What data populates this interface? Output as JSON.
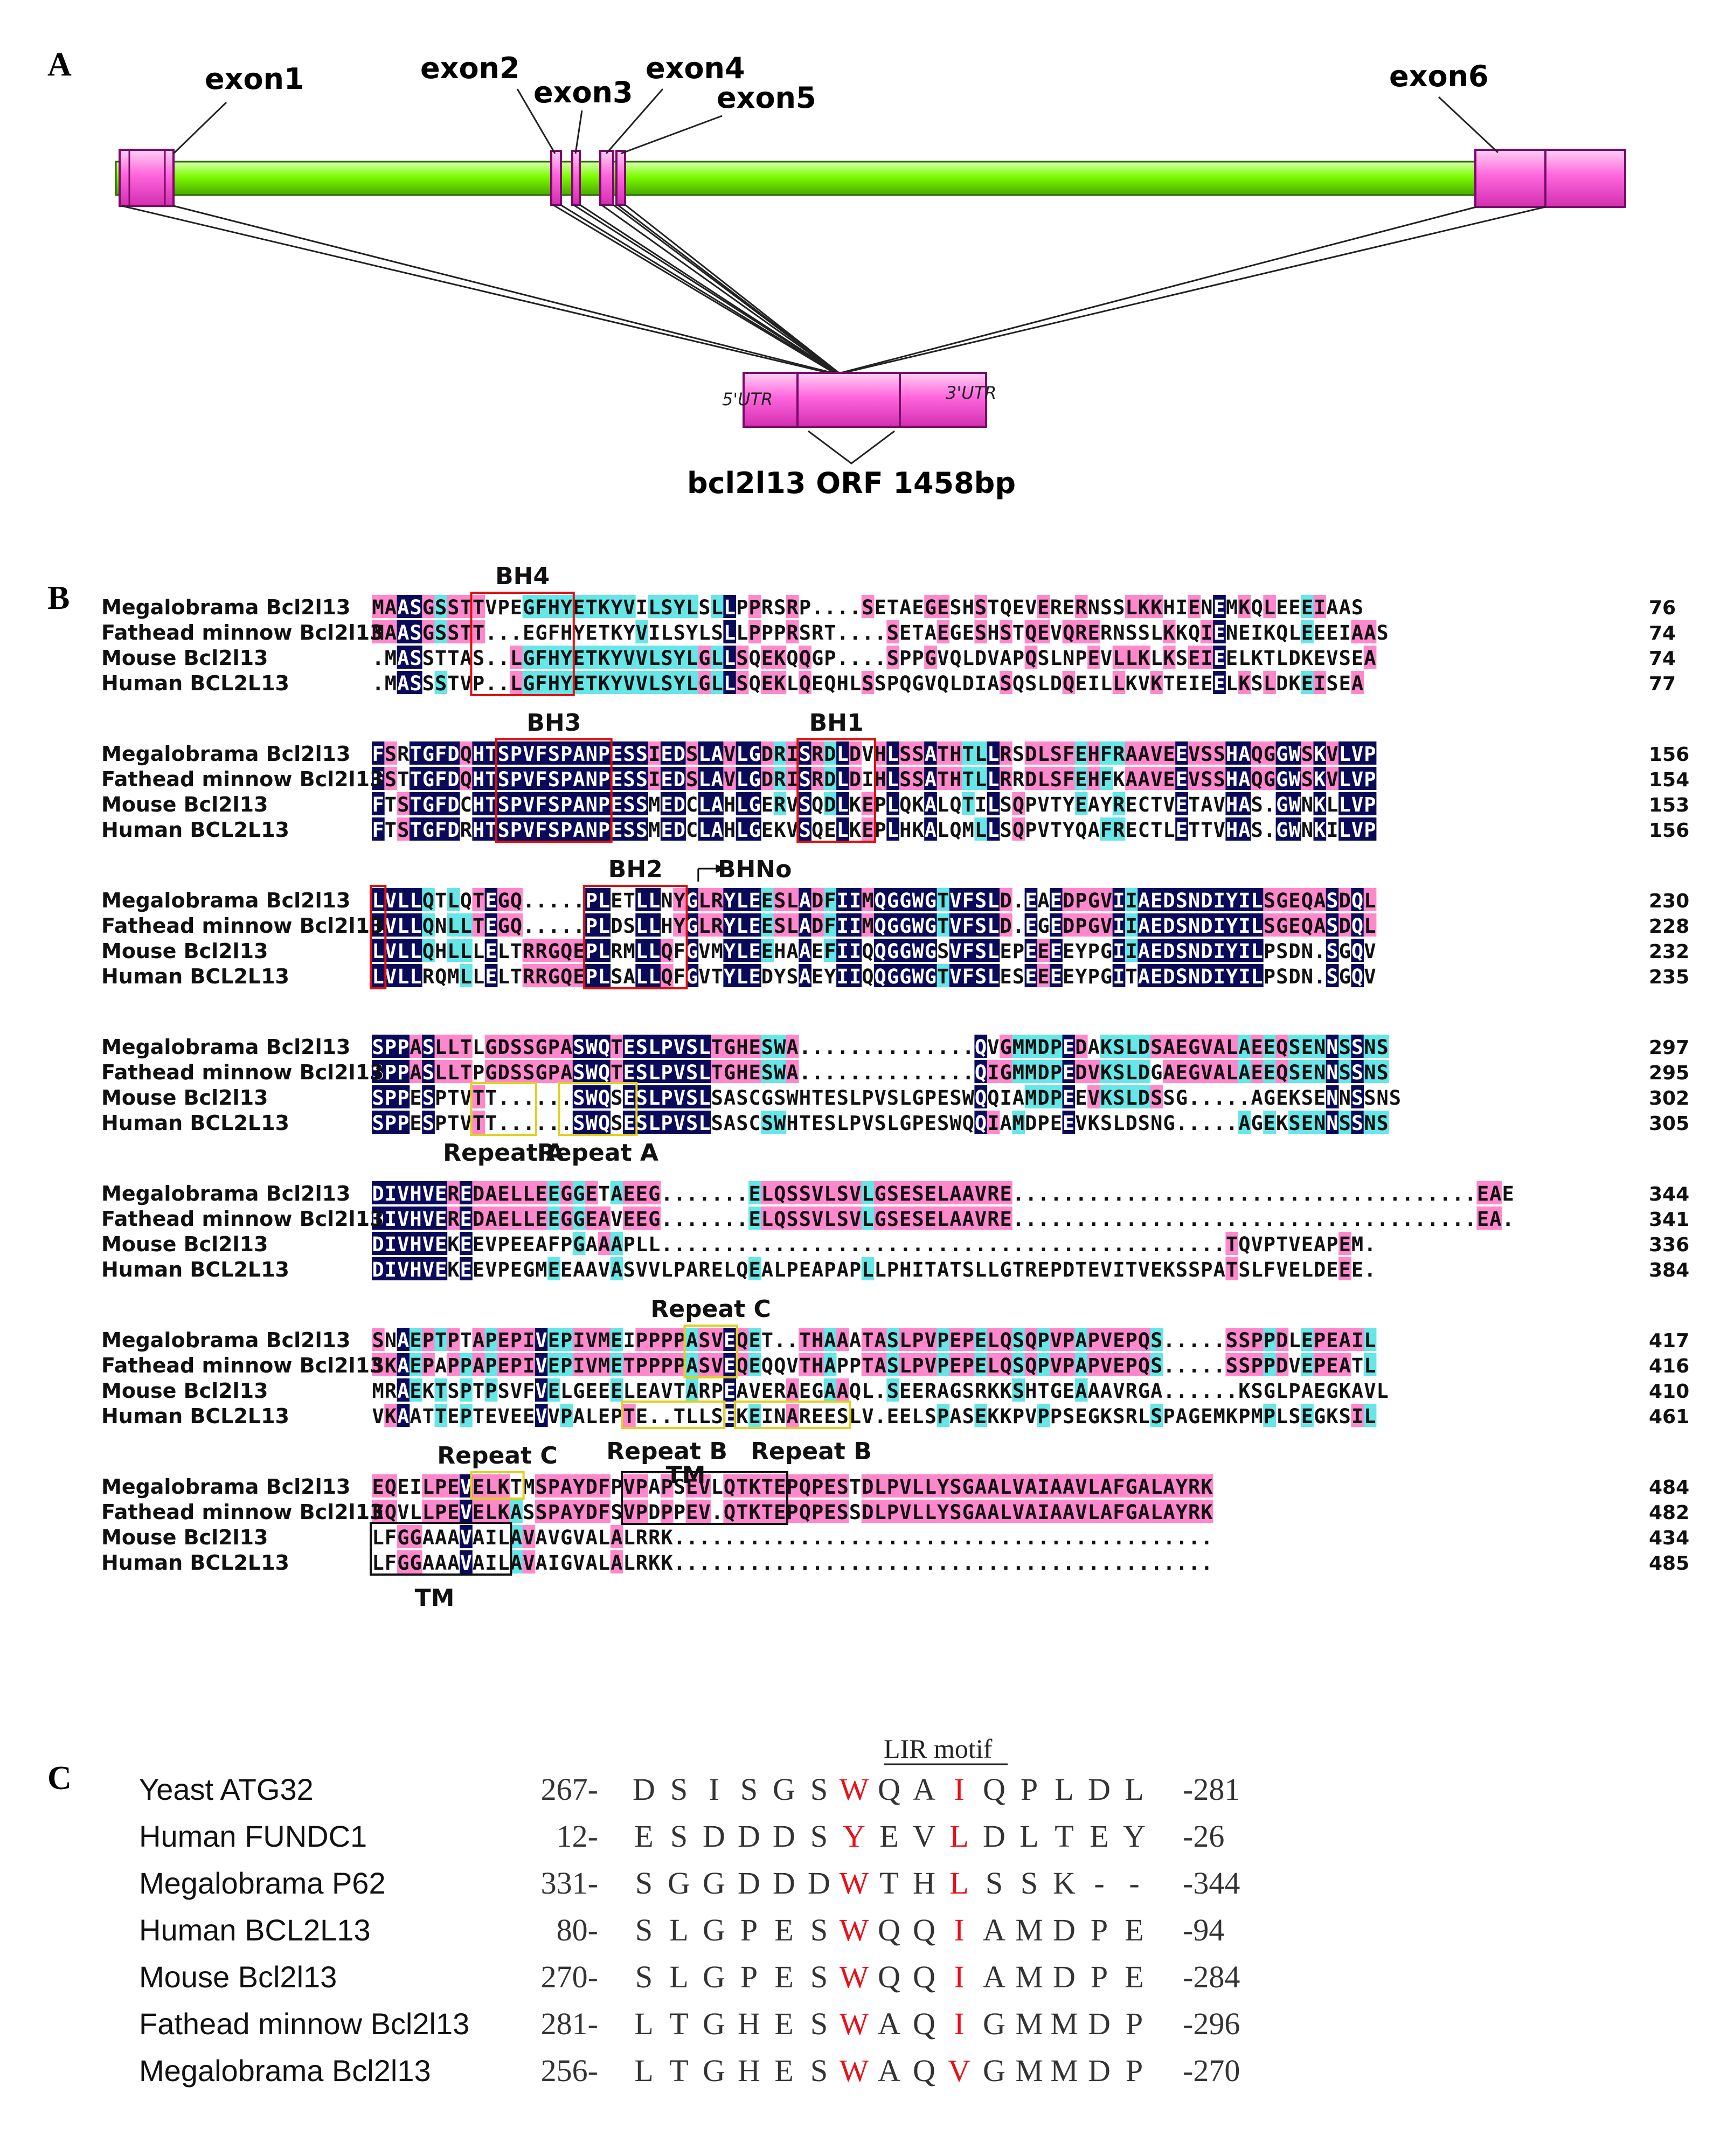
{
  "panelA": {
    "letter": "A",
    "exons": [
      "exon1",
      "exon2",
      "exon3",
      "exon4",
      "exon5",
      "exon6"
    ],
    "utr5": "5'UTR",
    "utr3": "3'UTR",
    "orf_label": "bcl2l13 ORF 1458bp",
    "colors": {
      "intron": "#7cfc00",
      "exon": "#ff66dd",
      "box_edge": "#7a0a6a"
    }
  },
  "panelB": {
    "letter": "B",
    "colors": {
      "identical": "#0a0a5a",
      "similar": "#66e6e6",
      "partial": "#ff88cc",
      "domain_box": "#e01010",
      "repeat_box": "#e0d020",
      "tm_box": "#111111"
    },
    "blocks": [
      {
        "names": [
          "Megalobrama Bcl2l13",
          "Fathead minnow Bcl2l13",
          "Mouse Bcl2l13",
          "Human BCL2L13"
        ],
        "seqs": [
          "MAASGSSTTVPEGFHYETKYVILSYLSLLPPRSRP....SETAEGESHSTQEVERERNSSLKKHIENEMKQLEEEIAAS",
          "MAASGSSTT...EGFHYETKYVILSYLSLLPPPRSRT....SETAEGESHSTQEVQRERNSSLKKQIENEIKQLEEEIAAS",
          ".MASSTTAS..LGFHYETKYVVLSYLGLLSQEKQQGP....SPPGVQLDVAPQSLNPEVLLKLKSEIEELKTLDKEVSEA",
          ".MASSSTVP..LGFHYETKYVVLSYLGLLSQEKLQEQHLSSPQGVQLDIASQSLDQEILLKVKTEIEELKSLDKEISEA"
        ],
        "ends": [
          "76",
          "74",
          "74",
          "77"
        ]
      },
      {
        "names": [
          "Megalobrama Bcl2l13",
          "Fathead minnow Bcl2l13",
          "Mouse Bcl2l13",
          "Human BCL2L13"
        ],
        "seqs": [
          "FSRTGFDQHTSPVFSPANPESSIEDSLAVLGDRISRDLDVHLSSATHTLLRSDLSFEHFRAAVEEVSSHAQGGWSKVLVP",
          "FSTTGFDQHTSPVFSPANPESSIEDSLAVLGDRISRDLDIHLSSATHTLLRRDLSFEHFKAAVEEVSSHAQGGWSKVLVP",
          "FTSTGFDCHTSPVFSPANPESSMEDCLAHLGERVSQDLKEPLQKALQTILSQPVTYEAYRECTVETAVHAS.GWNKLLVP",
          "FTSTGFDRHTSPVFSPANPESSMEDCLAHLGEKVSQELKEPLHKALQMLLSQPVTYQAFRECTLETTVHAS.GWNKILVP"
        ],
        "ends": [
          "156",
          "154",
          "153",
          "156"
        ]
      },
      {
        "names": [
          "Megalobrama Bcl2l13",
          "Fathead minnow Bcl2l13",
          "Mouse Bcl2l13",
          "Human BCL2L13"
        ],
        "seqs": [
          "LVLLQTLQTEGQ.....PLETLLNYGLRYLEESLADFIIMQGGWGTVFSLD.EAEDPGVIIAEDSNDIYILSGEQASDQL",
          "LVLLQNLLTEGQ.....PLDSLLHYGLRYLEESLADFIIMQGGWGTVFSLD.EGEDPGVIIAEDSNDIYILSGEQASDQL",
          "LVLLQHLLLELTRRGQEPLRMLLQFGVMYLEEHAAEFIIQQGGWGSVFSLEPEEEEYPGIIAEDSNDIYILPSDN.SGQV",
          "LVLLRQMLLELTRRGQEPLSALLQFGVTYLEDYSAEYIIQQGGWGTVFSLESEEEEYPGITAEDSNDIYILPSDN.SGQV"
        ],
        "ends": [
          "230",
          "228",
          "232",
          "235"
        ]
      },
      {
        "names": [
          "Megalobrama Bcl2l13",
          "Fathead minnow Bcl2l13",
          "Mouse Bcl2l13",
          "Human BCL2L13"
        ],
        "seqs": [
          "SPPASLLTLGDSSGPASWQTESLPVSLTGHESWA..............QVGMMDPEDAKSLDSAEGVALAEEQSENNSSNS",
          "SPPASLLTPGDSSGPASWQTESLPVSLTGHESWA..............QIGMMDPEDVKSLDGAEGVALAEEQSENNSSNS",
          "SPPESPTVTT......SWQSESLPVSLSASCGSWHTESLPVSLGPESWQQIAMDPEEVKSLDSSG.....AGEKSENNSSNS",
          "SPPESPTVTT......SWQSESLPVSLSASCSWHTESLPVSLGPESWQQIAMDPEEVKSLDSNG.....AGEKSENNSSNS"
        ],
        "ends": [
          "297",
          "295",
          "302",
          "305"
        ]
      },
      {
        "names": [
          "Megalobrama Bcl2l13",
          "Fathead minnow Bcl2l13",
          "Mouse Bcl2l13",
          "Human BCL2L13"
        ],
        "seqs": [
          "DIVHVEREDAELLEEGGETAEEG.......ELQSSVLSVLGSESELAAVRE.....................................EAE",
          "DIVHVEREDAELLEEGGEAVEEG.......ELQSSVLSVLGSESELAAVRE.....................................EA.",
          "DIVHVEKEEVPEEAFPGAAAPLL.............................................TQVPTVEAPEM.",
          "DIVHVEKEEVPEGMEEAAVASVVLPARELQEALPEAPAPLLPHITATSLLGTREPDTEVITVEKSSPATSLFVELDEEE."
        ],
        "ends": [
          "344",
          "341",
          "336",
          "384"
        ]
      },
      {
        "names": [
          "Megalobrama Bcl2l13",
          "Fathead minnow Bcl2l13",
          "Mouse Bcl2l13",
          "Human BCL2L13"
        ],
        "seqs": [
          "SNAEPTPTAPEPIVEPIVMEIPPPPASVEQET..THAAATASLPVPEPELQSQPVPAPVEPQS.....SSPPDLEPEAIL",
          "SKAEPAPPAPEPIVEPIVMETPPPPASVEQEQQVTHAPPTASLPVPEPELQSQPVPAPVEPQS.....SSPPDVEPEATL",
          "MRAEKTSPTPSVFVELGEEELEAVTARPEAVERAEGAAQL.SEERAGSRKKSHTGEAAAVRGA......KSGLPAEGKAVL",
          "VKAATTEPTEVEEVVPALEPTE..TLLSEKEINAREESLV.EELSPASEKKPVPPSEGKSRLSPAGEMKPMPLSEGKSIL"
        ],
        "ends": [
          "417",
          "416",
          "410",
          "461"
        ]
      },
      {
        "names": [
          "Megalobrama Bcl2l13",
          "Fathead minnow Bcl2l13",
          "Mouse Bcl2l13",
          "Human BCL2L13"
        ],
        "seqs": [
          "EQEILPEVELKTMSPAYDFPVPAPSEVLQTKTEPQPESTDLPVLLYSGAALVAIAAVLAFGALAYRK",
          "EQVLLPEVELKASSPAYDFSVPDPPEV.QTKTEPQPESSDLPVLLYSGAALVAIAAVLAFGALAYRK",
          "LFGGAAAVAILAVAVGVALALRRK...........................................",
          "LFGGAAAVAILAVAIGVALALRKK..........................................."
        ],
        "ends": [
          "484",
          "482",
          "434",
          "485"
        ]
      }
    ],
    "labels": {
      "bh4": "BH4",
      "bh3": "BH3",
      "bh1": "BH1",
      "bh2": "BH2",
      "bhno": "BHNo",
      "repeat_a1": "Repeat A",
      "repeat_a2": "Repeat A",
      "repeat_b1": "Repeat B",
      "repeat_b2": "Repeat B",
      "repeat_c1": "Repeat C",
      "repeat_c2": "Repeat C",
      "tm1": "TM",
      "tm2": "TM"
    }
  },
  "panelC": {
    "letter": "C",
    "title": "LIR motif",
    "rows": [
      {
        "name": "Yeast ATG32",
        "start": "267-",
        "residues": [
          "D",
          "S",
          "I",
          "S",
          "G",
          "S",
          "W",
          "Q",
          "A",
          "I",
          "Q",
          "P",
          "L",
          "D",
          "L"
        ],
        "end": "-281"
      },
      {
        "name": "Human FUNDC1",
        "start": "12-",
        "residues": [
          "E",
          "S",
          "D",
          "D",
          "D",
          "S",
          "Y",
          "E",
          "V",
          "L",
          "D",
          "L",
          "T",
          "E",
          "Y"
        ],
        "end": "-26"
      },
      {
        "name": "Megalobrama P62",
        "start": "331-",
        "residues": [
          "S",
          "G",
          "G",
          "D",
          "D",
          "D",
          "W",
          "T",
          "H",
          "L",
          "S",
          "S",
          "K",
          "-",
          "-"
        ],
        "end": "-344"
      },
      {
        "name": "Human BCL2L13",
        "start": "80-",
        "residues": [
          "S",
          "L",
          "G",
          "P",
          "E",
          "S",
          "W",
          "Q",
          "Q",
          "I",
          "A",
          "M",
          "D",
          "P",
          "E"
        ],
        "end": "-94"
      },
      {
        "name": "Mouse Bcl2l13",
        "start": "270-",
        "residues": [
          "S",
          "L",
          "G",
          "P",
          "E",
          "S",
          "W",
          "Q",
          "Q",
          "I",
          "A",
          "M",
          "D",
          "P",
          "E"
        ],
        "end": "-284"
      },
      {
        "name": "Fathead minnow Bcl2l13",
        "start": "281-",
        "residues": [
          "L",
          "T",
          "G",
          "H",
          "E",
          "S",
          "W",
          "A",
          "Q",
          "I",
          "G",
          "M",
          "M",
          "D",
          "P"
        ],
        "end": "-296"
      },
      {
        "name": "Megalobrama Bcl2l13",
        "start": "256-",
        "residues": [
          "L",
          "T",
          "G",
          "H",
          "E",
          "S",
          "W",
          "A",
          "Q",
          "V",
          "G",
          "M",
          "M",
          "D",
          "P"
        ],
        "end": "-270"
      }
    ],
    "highlight_color": "#e8101a"
  }
}
